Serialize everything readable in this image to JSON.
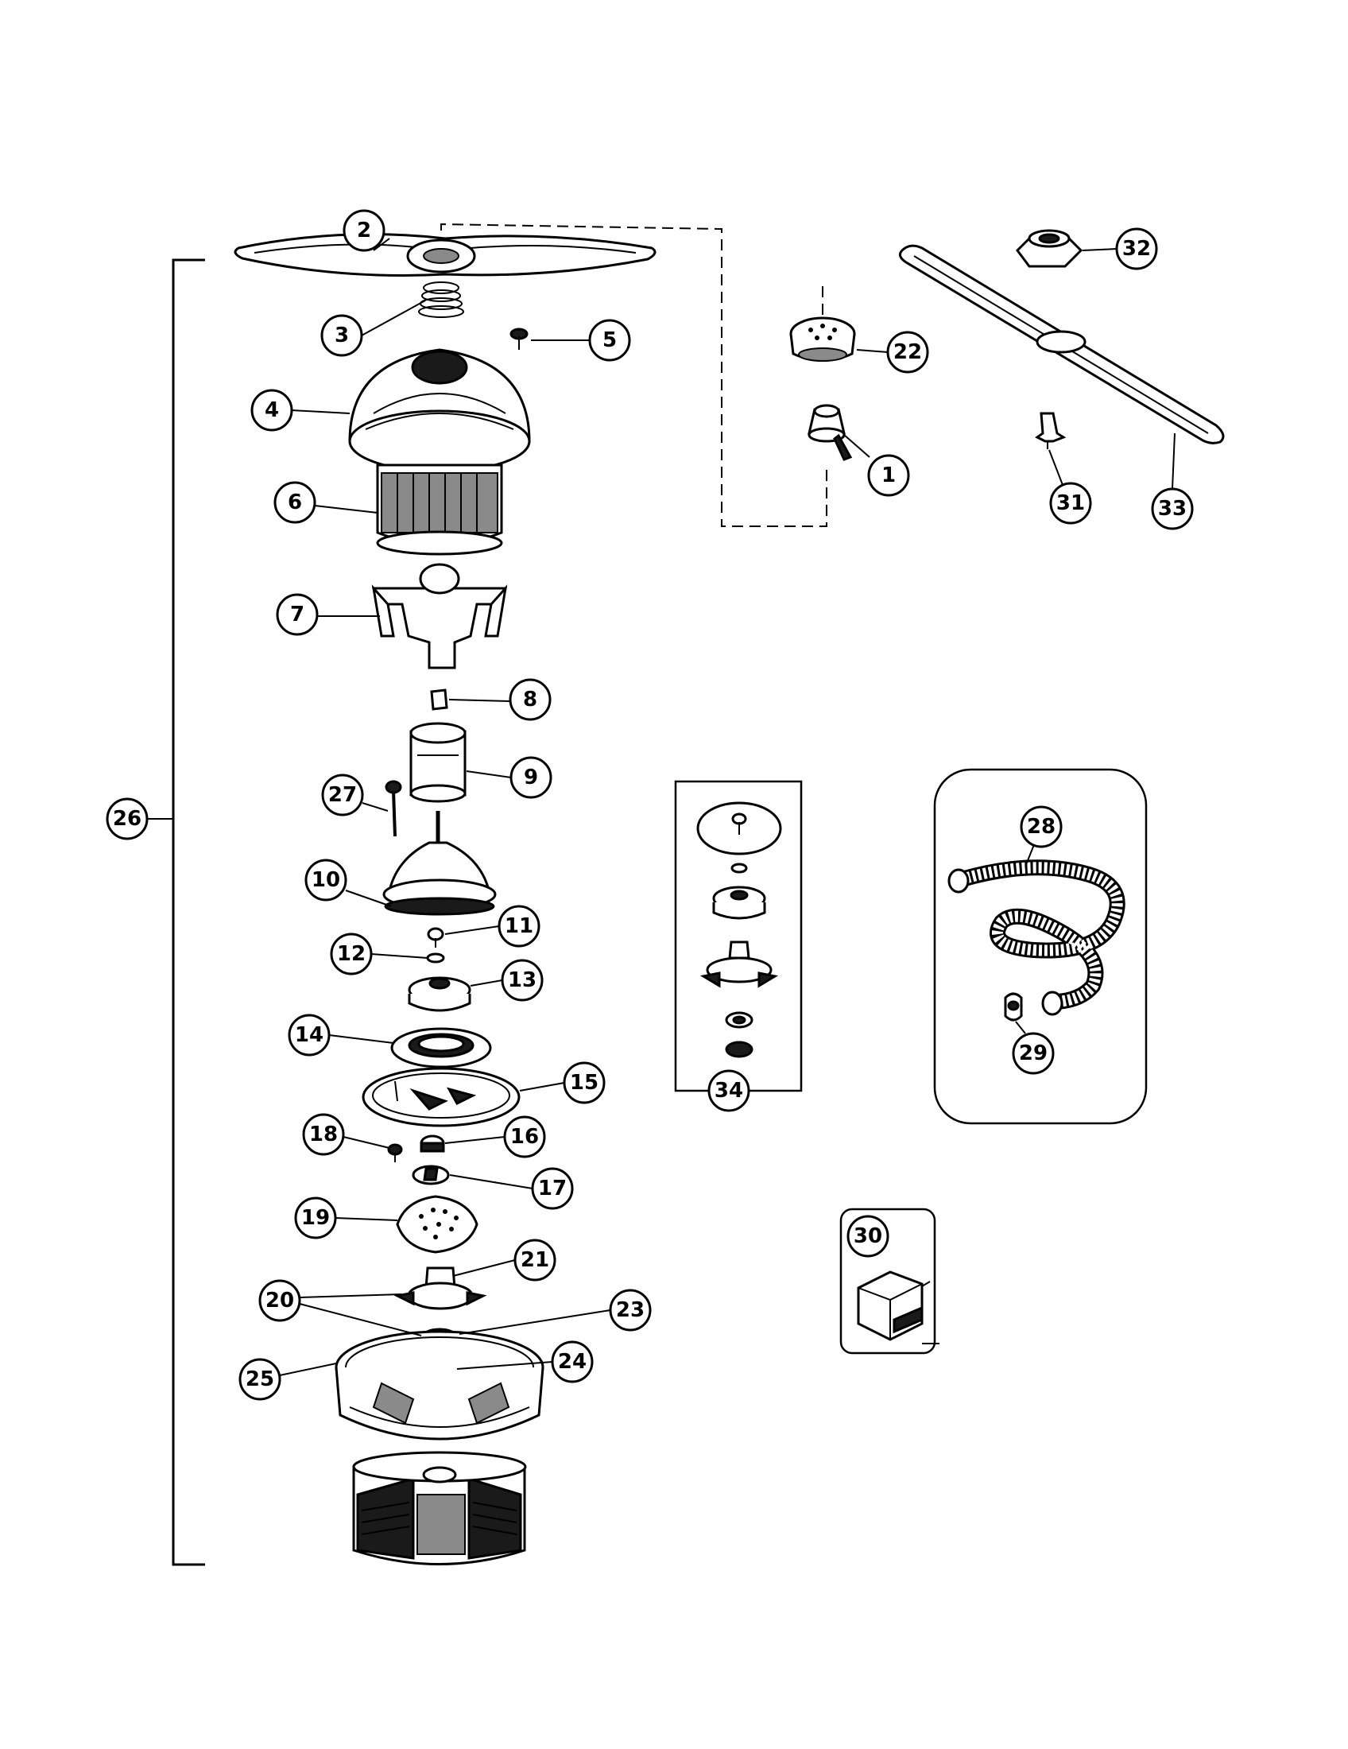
{
  "colors": {
    "ink": "#000000",
    "paper": "#ffffff"
  },
  "callouts": [
    {
      "id": "1",
      "label": "1"
    },
    {
      "id": "2",
      "label": "2"
    },
    {
      "id": "3",
      "label": "3"
    },
    {
      "id": "4",
      "label": "4"
    },
    {
      "id": "5",
      "label": "5"
    },
    {
      "id": "6",
      "label": "6"
    },
    {
      "id": "7",
      "label": "7"
    },
    {
      "id": "8",
      "label": "8"
    },
    {
      "id": "9",
      "label": "9"
    },
    {
      "id": "10",
      "label": "10"
    },
    {
      "id": "11",
      "label": "11"
    },
    {
      "id": "12",
      "label": "12"
    },
    {
      "id": "13",
      "label": "13"
    },
    {
      "id": "14",
      "label": "14"
    },
    {
      "id": "15",
      "label": "15"
    },
    {
      "id": "16",
      "label": "16"
    },
    {
      "id": "17",
      "label": "17"
    },
    {
      "id": "18",
      "label": "18"
    },
    {
      "id": "19",
      "label": "19"
    },
    {
      "id": "20",
      "label": "20"
    },
    {
      "id": "21",
      "label": "21"
    },
    {
      "id": "22",
      "label": "22"
    },
    {
      "id": "23",
      "label": "23"
    },
    {
      "id": "24",
      "label": "24"
    },
    {
      "id": "25",
      "label": "25"
    },
    {
      "id": "26",
      "label": "26"
    },
    {
      "id": "27",
      "label": "27"
    },
    {
      "id": "28",
      "label": "28"
    },
    {
      "id": "29",
      "label": "29"
    },
    {
      "id": "30",
      "label": "30"
    },
    {
      "id": "31",
      "label": "31"
    },
    {
      "id": "32",
      "label": "32"
    },
    {
      "id": "33",
      "label": "33"
    },
    {
      "id": "34",
      "label": "34"
    }
  ]
}
